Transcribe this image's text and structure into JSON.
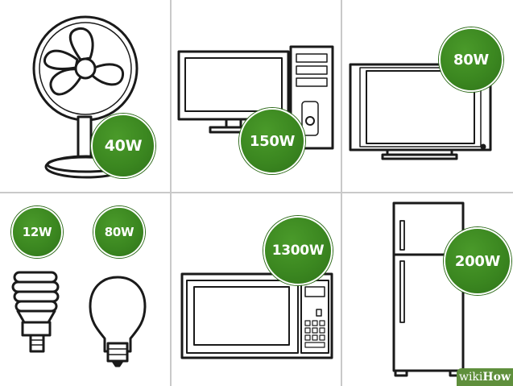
{
  "accent_color": "#3b8720",
  "badges": {
    "fan": "40W",
    "computer": "150W",
    "tv": "80W",
    "cfl_bulb": "12W",
    "incandescent_bulb": "80W",
    "microwave": "1300W",
    "fridge": "200W"
  },
  "watermark": {
    "part1": "wiki",
    "part2": "How"
  }
}
